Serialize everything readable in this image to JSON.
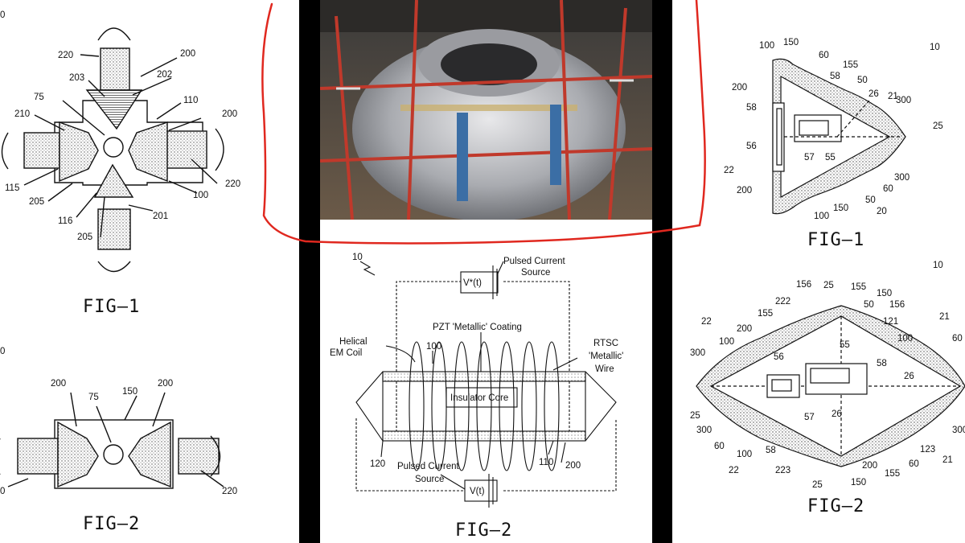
{
  "left": {
    "fig1": {
      "title": "FIG–1",
      "labels": [
        "220",
        "200",
        "203",
        "202",
        "75",
        "110",
        "210",
        "200",
        "115",
        "220",
        "205",
        "100",
        "116",
        "201",
        "205"
      ]
    },
    "fig2": {
      "title": "FIG–2",
      "labels": [
        "200",
        "75",
        "150",
        "200",
        "220"
      ]
    },
    "edge_marks": [
      "0",
      "0",
      "0"
    ]
  },
  "center": {
    "photo": {
      "subject": "toroidal-reactor-photo"
    },
    "fig": {
      "title": "FIG–2",
      "ref": "10",
      "top_source_label": "V*(t)",
      "top_source_caption": [
        "Pulsed Current",
        "Source"
      ],
      "bottom_source_label": "V(t)",
      "bottom_source_caption": [
        "Pulsed Current",
        "Source"
      ],
      "coating": "PZT 'Metallic' Coating",
      "coil": [
        "Helical",
        "EM Coil"
      ],
      "wire": [
        "RTSC",
        "'Metallic'",
        "Wire"
      ],
      "core": "Insulator Core",
      "labels": [
        "100",
        "120",
        "110",
        "200"
      ]
    }
  },
  "right": {
    "fig1": {
      "title": "FIG–1",
      "labels": [
        "100",
        "150",
        "60",
        "155",
        "10",
        "58",
        "50",
        "21",
        "200",
        "26",
        "300",
        "58",
        "25",
        "56",
        "57",
        "55",
        "22",
        "300",
        "200",
        "60",
        "50",
        "100",
        "150",
        "20"
      ]
    },
    "fig2": {
      "title": "FIG–2",
      "labels": [
        "10",
        "156",
        "25",
        "155",
        "150",
        "222",
        "50",
        "156",
        "21",
        "22",
        "155",
        "121",
        "60",
        "200",
        "100",
        "300",
        "100",
        "55",
        "58",
        "56",
        "26",
        "25",
        "57",
        "26",
        "300",
        "58",
        "300",
        "60",
        "100",
        "223",
        "200",
        "123",
        "21",
        "22",
        "25",
        "150",
        "60",
        "155"
      ]
    }
  },
  "colors": {
    "outline_red": "#e0281f",
    "black_bar": "#000000"
  }
}
